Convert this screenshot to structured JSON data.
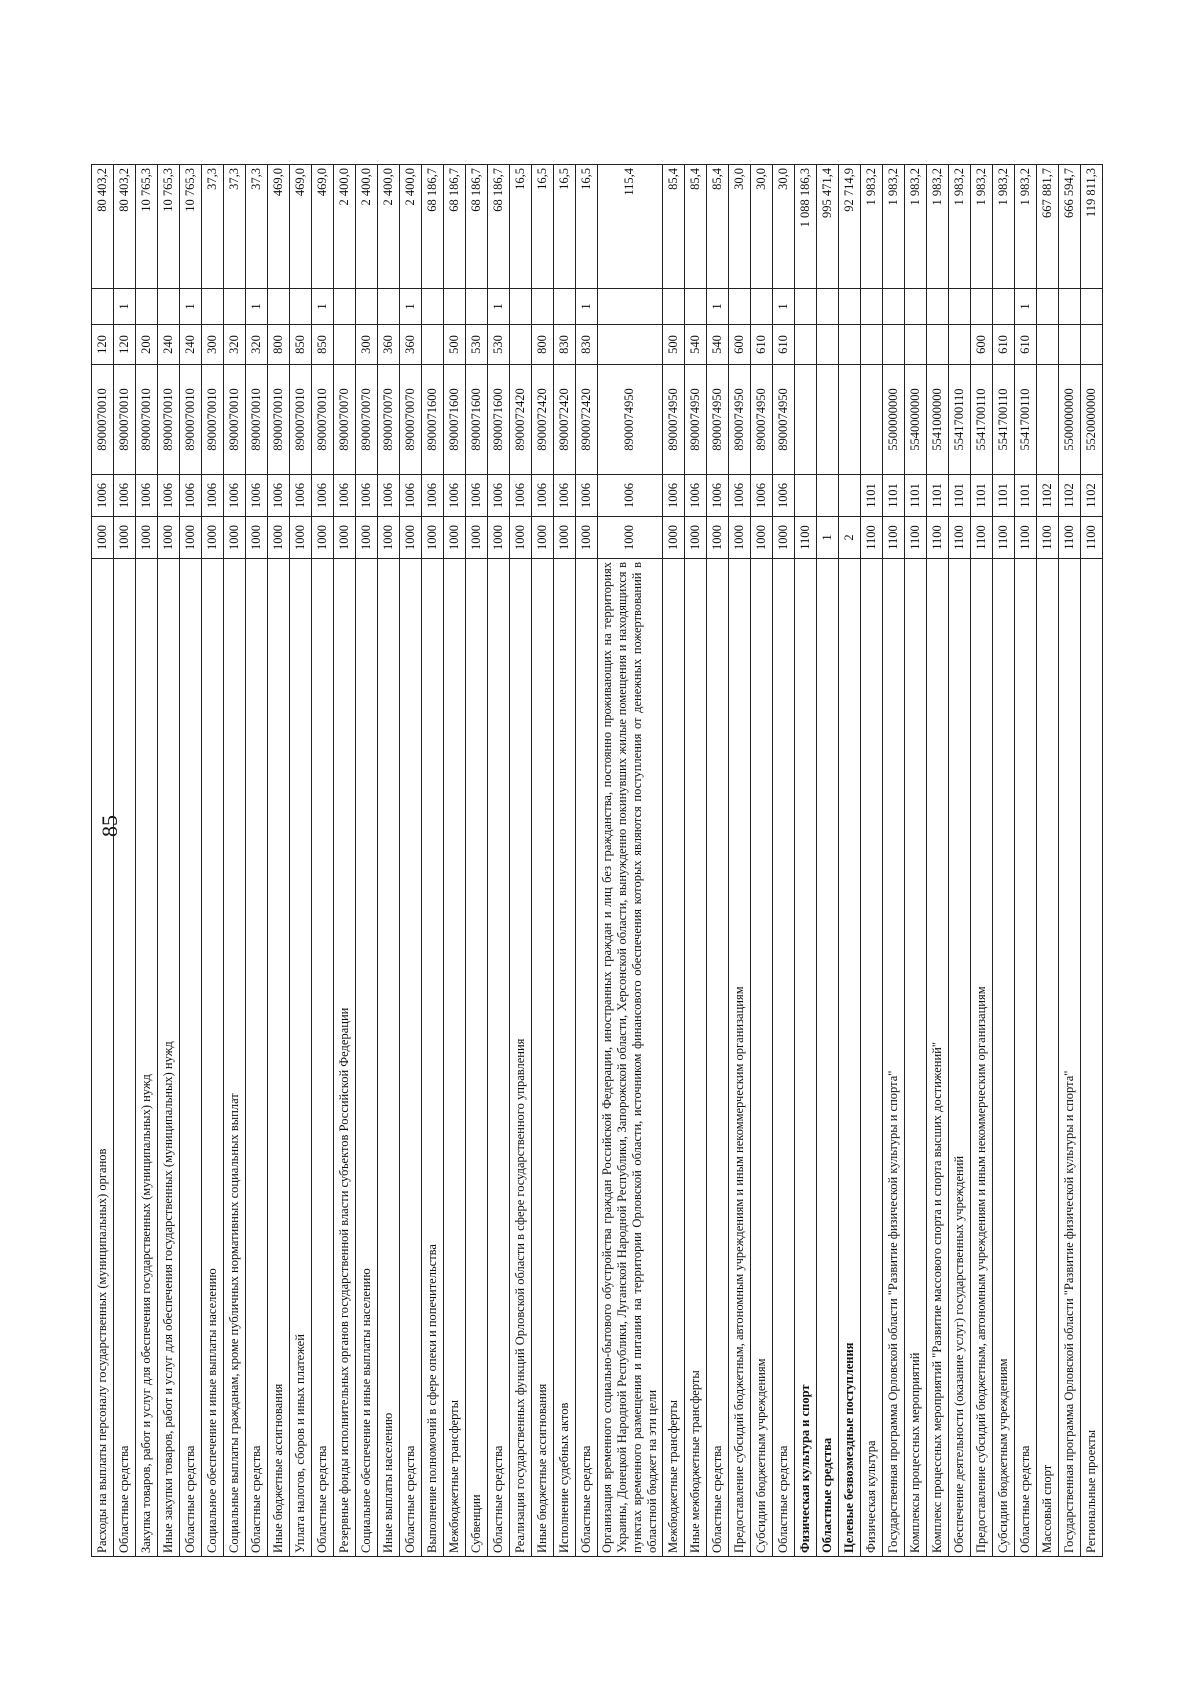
{
  "page_number": "85",
  "rows": [
    {
      "name": "Расходы на выплаты персоналу государственных (муниципальных) органов",
      "sec": "1000",
      "sub": "1006",
      "target": "8900070010",
      "vr": "120",
      "flag": "",
      "amount": "80 403,2"
    },
    {
      "name": "Областные средства",
      "sec": "1000",
      "sub": "1006",
      "target": "8900070010",
      "vr": "120",
      "flag": "1",
      "amount": "80 403,2"
    },
    {
      "name": "Закупка товаров, работ и услуг для обеспечения государственных (муниципальных) нужд",
      "sec": "1000",
      "sub": "1006",
      "target": "8900070010",
      "vr": "200",
      "flag": "",
      "amount": "10 765,3"
    },
    {
      "name": "Иные закупки товаров, работ и услуг для обеспечения государственных (муниципальных) нужд",
      "sec": "1000",
      "sub": "1006",
      "target": "8900070010",
      "vr": "240",
      "flag": "",
      "amount": "10 765,3"
    },
    {
      "name": "Областные средства",
      "sec": "1000",
      "sub": "1006",
      "target": "8900070010",
      "vr": "240",
      "flag": "1",
      "amount": "10 765,3"
    },
    {
      "name": "Социальное обеспечение и иные выплаты населению",
      "sec": "1000",
      "sub": "1006",
      "target": "8900070010",
      "vr": "300",
      "flag": "",
      "amount": "37,3"
    },
    {
      "name": "Социальные выплаты гражданам, кроме публичных нормативных социальных выплат",
      "sec": "1000",
      "sub": "1006",
      "target": "8900070010",
      "vr": "320",
      "flag": "",
      "amount": "37,3"
    },
    {
      "name": "Областные средства",
      "sec": "1000",
      "sub": "1006",
      "target": "8900070010",
      "vr": "320",
      "flag": "1",
      "amount": "37,3"
    },
    {
      "name": "Иные бюджетные ассигнования",
      "sec": "1000",
      "sub": "1006",
      "target": "8900070010",
      "vr": "800",
      "flag": "",
      "amount": "469,0"
    },
    {
      "name": "Уплата налогов, сборов и иных платежей",
      "sec": "1000",
      "sub": "1006",
      "target": "8900070010",
      "vr": "850",
      "flag": "",
      "amount": "469,0"
    },
    {
      "name": "Областные средства",
      "sec": "1000",
      "sub": "1006",
      "target": "8900070010",
      "vr": "850",
      "flag": "1",
      "amount": "469,0"
    },
    {
      "name": "Резервные фонды исполнительных органов государственной власти субъектов Российской Федерации",
      "sec": "1000",
      "sub": "1006",
      "target": "8900070070",
      "vr": "",
      "flag": "",
      "amount": "2 400,0"
    },
    {
      "name": "Социальное обеспечение и иные выплаты населению",
      "sec": "1000",
      "sub": "1006",
      "target": "8900070070",
      "vr": "300",
      "flag": "",
      "amount": "2 400,0"
    },
    {
      "name": "Иные выплаты населению",
      "sec": "1000",
      "sub": "1006",
      "target": "8900070070",
      "vr": "360",
      "flag": "",
      "amount": "2 400,0"
    },
    {
      "name": "Областные средства",
      "sec": "1000",
      "sub": "1006",
      "target": "8900070070",
      "vr": "360",
      "flag": "1",
      "amount": "2 400,0"
    },
    {
      "name": "Выполнение полномочий в сфере опеки и попечительства",
      "sec": "1000",
      "sub": "1006",
      "target": "8900071600",
      "vr": "",
      "flag": "",
      "amount": "68 186,7"
    },
    {
      "name": "Межбюджетные трансферты",
      "sec": "1000",
      "sub": "1006",
      "target": "8900071600",
      "vr": "500",
      "flag": "",
      "amount": "68 186,7"
    },
    {
      "name": "Субвенции",
      "sec": "1000",
      "sub": "1006",
      "target": "8900071600",
      "vr": "530",
      "flag": "",
      "amount": "68 186,7"
    },
    {
      "name": "Областные средства",
      "sec": "1000",
      "sub": "1006",
      "target": "8900071600",
      "vr": "530",
      "flag": "1",
      "amount": "68 186,7"
    },
    {
      "name": "Реализация государственных функций Орловской области в сфере государственного управления",
      "sec": "1000",
      "sub": "1006",
      "target": "8900072420",
      "vr": "",
      "flag": "",
      "amount": "16,5"
    },
    {
      "name": "Иные бюджетные ассигнования",
      "sec": "1000",
      "sub": "1006",
      "target": "8900072420",
      "vr": "800",
      "flag": "",
      "amount": "16,5"
    },
    {
      "name": "Исполнение судебных актов",
      "sec": "1000",
      "sub": "1006",
      "target": "8900072420",
      "vr": "830",
      "flag": "",
      "amount": "16,5"
    },
    {
      "name": "Областные средства",
      "sec": "1000",
      "sub": "1006",
      "target": "8900072420",
      "vr": "830",
      "flag": "1",
      "amount": "16,5"
    },
    {
      "name": "Организация временного социально-бытового обустройства граждан Российской Федерации, иностранных граждан и лиц без гражданства, постоянно проживающих на территориях Украины, Донецкой Народной Республики, Луганской Народной Республики, Запорожской области, Херсонской области, вынужденно покинувших жилые помещения и находящихся в пунктах временного размещения и питания на территории Орловской области, источником финансового обеспечения которых являются поступления от денежных пожертвований в областной бюджет на эти цели",
      "sec": "1000",
      "sub": "1006",
      "target": "8900074950",
      "vr": "",
      "flag": "",
      "amount": "115,4",
      "multi": true
    },
    {
      "name": "Межбюджетные трансферты",
      "sec": "1000",
      "sub": "1006",
      "target": "8900074950",
      "vr": "500",
      "flag": "",
      "amount": "85,4"
    },
    {
      "name": "Иные межбюджетные трансферты",
      "sec": "1000",
      "sub": "1006",
      "target": "8900074950",
      "vr": "540",
      "flag": "",
      "amount": "85,4"
    },
    {
      "name": "Областные средства",
      "sec": "1000",
      "sub": "1006",
      "target": "8900074950",
      "vr": "540",
      "flag": "1",
      "amount": "85,4"
    },
    {
      "name": "Предоставление субсидий бюджетным, автономным учреждениям и иным некоммерческим организациям",
      "sec": "1000",
      "sub": "1006",
      "target": "8900074950",
      "vr": "600",
      "flag": "",
      "amount": "30,0"
    },
    {
      "name": "Субсидии бюджетным учреждениям",
      "sec": "1000",
      "sub": "1006",
      "target": "8900074950",
      "vr": "610",
      "flag": "",
      "amount": "30,0"
    },
    {
      "name": "Областные средства",
      "sec": "1000",
      "sub": "1006",
      "target": "8900074950",
      "vr": "610",
      "flag": "1",
      "amount": "30,0"
    },
    {
      "name": "Физическая культура и спорт",
      "sec": "1100",
      "sub": "",
      "target": "",
      "vr": "",
      "flag": "",
      "amount": "1 088 186,3",
      "bold": true
    },
    {
      "name": "Областные средства",
      "sec": "1",
      "sub": "",
      "target": "",
      "vr": "",
      "flag": "",
      "amount": "995 471,4",
      "bold": true
    },
    {
      "name": "Целевые безвозмездные поступления",
      "sec": "2",
      "sub": "",
      "target": "",
      "vr": "",
      "flag": "",
      "amount": "92 714,9",
      "bold": true
    },
    {
      "name": "Физическая культура",
      "sec": "1100",
      "sub": "1101",
      "target": "",
      "vr": "",
      "flag": "",
      "amount": "1 983,2"
    },
    {
      "name": "Государственная программа Орловской области \"Развитие физической культуры и спорта\"",
      "sec": "1100",
      "sub": "1101",
      "target": "5500000000",
      "vr": "",
      "flag": "",
      "amount": "1 983,2"
    },
    {
      "name": "Комплексы процессных мероприятий",
      "sec": "1100",
      "sub": "1101",
      "target": "5540000000",
      "vr": "",
      "flag": "",
      "amount": "1 983,2"
    },
    {
      "name": "Комплекс процессных мероприятий \"Развитие массового спорта и спорта высших достижений\"",
      "sec": "1100",
      "sub": "1101",
      "target": "5541000000",
      "vr": "",
      "flag": "",
      "amount": "1 983,2"
    },
    {
      "name": "Обеспечение деятельности (оказание услуг) государственных учреждений",
      "sec": "1100",
      "sub": "1101",
      "target": "5541700110",
      "vr": "",
      "flag": "",
      "amount": "1 983,2"
    },
    {
      "name": "Предоставление субсидий бюджетным, автономным учреждениям и иным некоммерческим организациям",
      "sec": "1100",
      "sub": "1101",
      "target": "5541700110",
      "vr": "600",
      "flag": "",
      "amount": "1 983,2"
    },
    {
      "name": "Субсидии бюджетным учреждениям",
      "sec": "1100",
      "sub": "1101",
      "target": "5541700110",
      "vr": "610",
      "flag": "",
      "amount": "1 983,2"
    },
    {
      "name": "Областные средства",
      "sec": "1100",
      "sub": "1101",
      "target": "5541700110",
      "vr": "610",
      "flag": "1",
      "amount": "1 983,2"
    },
    {
      "name": "Массовый спорт",
      "sec": "1100",
      "sub": "1102",
      "target": "",
      "vr": "",
      "flag": "",
      "amount": "667 881,7"
    },
    {
      "name": "Государственная программа Орловской области \"Развитие физической культуры и спорта\"",
      "sec": "1100",
      "sub": "1102",
      "target": "5500000000",
      "vr": "",
      "flag": "",
      "amount": "666 594,7"
    },
    {
      "name": "Региональные проекты",
      "sec": "1100",
      "sub": "1102",
      "target": "5520000000",
      "vr": "",
      "flag": "",
      "amount": "119 811,3"
    }
  ]
}
